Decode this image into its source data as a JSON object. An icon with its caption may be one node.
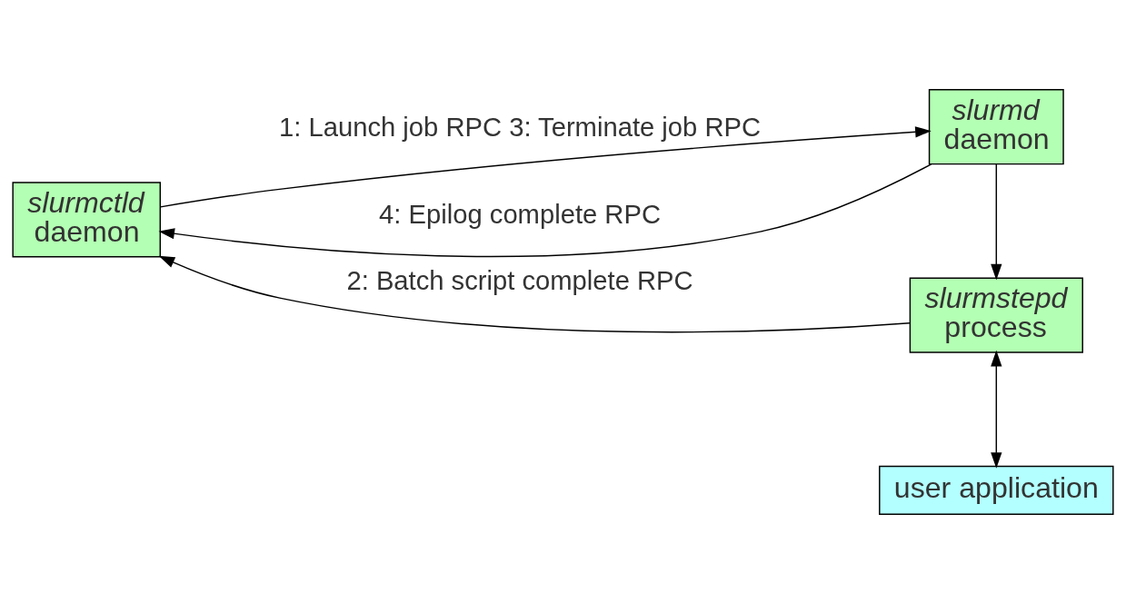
{
  "diagram": {
    "nodes": [
      {
        "text": [
          "slurmctld",
          "daemon"
        ]
      },
      {
        "text": [
          "slurmd",
          "daemon"
        ]
      },
      {
        "text": [
          "slurmstepd",
          "process"
        ]
      },
      {
        "text": [
          "user application"
        ]
      }
    ],
    "edges": [
      {
        "from": 0,
        "to": 1,
        "arrow": "to",
        "label": "1: Launch job RPC 3: Terminate job RPC"
      },
      {
        "from": 1,
        "to": 0,
        "arrow": "to",
        "label": "4: Epilog complete RPC"
      },
      {
        "from": 1,
        "to": 2,
        "arrow": "to"
      },
      {
        "from": 2,
        "to": 0,
        "arrow": "to",
        "label": "2: Batch script complete RPC"
      },
      {
        "from": 2,
        "to": 3,
        "arrow": "both"
      }
    ]
  }
}
